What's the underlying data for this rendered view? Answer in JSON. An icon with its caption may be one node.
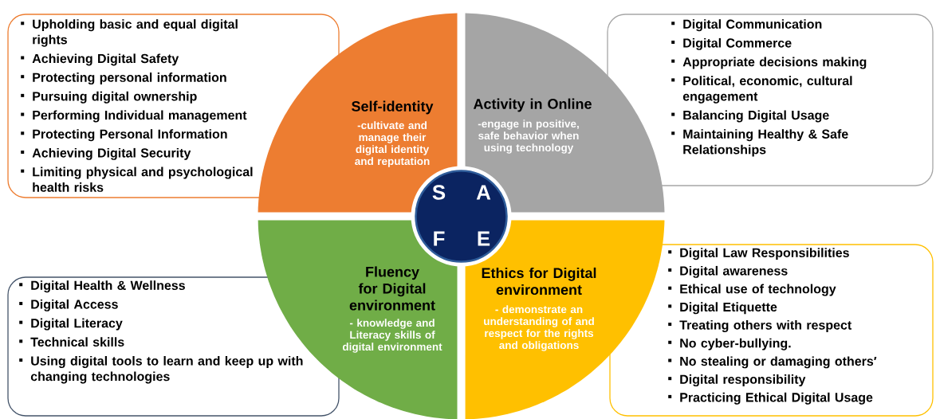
{
  "diagram": {
    "nodes": [
      {
        "text": [
          "Upholding basic and equal digital rights",
          "Achieving Digital Safety",
          "Protecting personal information",
          "Pursuing digital ownership",
          "Performing Individual management",
          "Protecting Personal Information",
          "Achieving Digital Security",
          "Limiting physical and psychological health risks"
        ]
      },
      {
        "text": [
          "Self-identity",
          "-cultivate and manage their digital identity and reputation"
        ]
      },
      {
        "text": [
          "Activity in Online",
          "-engage in positive, safe behavior when using technology"
        ]
      },
      {
        "text": [
          "Digital Communication",
          "Digital Commerce",
          "Appropriate decisions making",
          "Political, economic, cultural engagement",
          "Balancing Digital Usage",
          "Maintaining Healthy & Safe Relationships"
        ]
      },
      {
        "text": [
          "S",
          "A",
          "F",
          "E"
        ]
      },
      {
        "text": [
          "Digital Health & Wellness",
          "Digital Access",
          "Digital Literacy",
          "Technical skills",
          "Using digital tools to learn and keep up with changing technologies"
        ]
      },
      {
        "text": [
          "Fluency for Digital environment",
          "- knowledge and Literacy skills of digital environment"
        ]
      },
      {
        "text": [
          "Ethics for Digital environment",
          "- demonstrate an understanding of and respect for the rights and obligations"
        ]
      },
      {
        "text": [
          "Digital Law Responsibilities",
          "Digital awareness",
          "Ethical use of technology",
          "Digital Etiquette",
          "Treating others with respect",
          "No cyber-bullying.",
          "No stealing or damaging others′",
          "Digital responsibility",
          "Practicing Ethical Digital Usage"
        ]
      }
    ]
  }
}
